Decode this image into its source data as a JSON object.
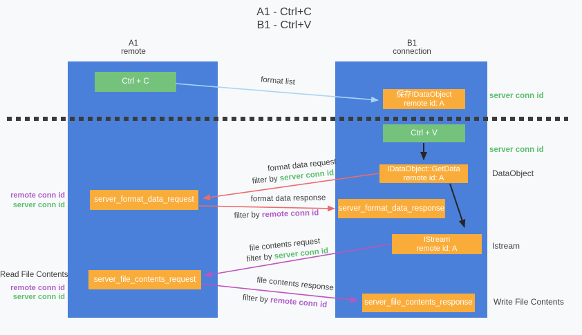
{
  "title": {
    "line1": "A1 - Ctrl+C",
    "line2": "B1 - Ctrl+V"
  },
  "lanes": {
    "left": {
      "title": "A1",
      "subtitle": "remote"
    },
    "right": {
      "title": "B1",
      "subtitle": "connection"
    }
  },
  "nodes": {
    "ctrl_c": "Ctrl + C",
    "save_idataobject": {
      "line1": "保存IDataObject",
      "line2": "remote id: A"
    },
    "ctrl_v": "Ctrl + V",
    "getdata": {
      "line1": "IDataObject::GetData",
      "line2": "remote id: A"
    },
    "format_request": "server_format_data_request",
    "format_response": "server_format_data_response",
    "istream": {
      "line1": "IStream",
      "line2": "remote id: A"
    },
    "file_request": "server_file_contents_request",
    "file_response": "server_file_contents_response"
  },
  "edge_labels": {
    "format_list": "format list",
    "format_data_request": "format data request",
    "format_data_response": "format data response",
    "file_contents_request": "file contents request",
    "file_contents_response": "file contents response",
    "filter_by": "filter by ",
    "server_conn_id": "server conn id",
    "remote_conn_id": "remote conn id"
  },
  "side_labels": {
    "left_mid_remote": "remote conn id",
    "left_mid_server": "server conn id",
    "left_read_title": "Read File Contents",
    "left_bottom_remote": "remote conn id",
    "left_bottom_server": "server conn id",
    "right_top_server": "server conn id",
    "right_ctrlv_server": "server conn id",
    "right_dataobject": "DataObject",
    "right_istream": "Istream",
    "right_write": "Write File Contents"
  },
  "colors": {
    "panel_blue": "#4a80d9",
    "box_orange": "#f9ac3a",
    "box_green": "#74c27c",
    "arrow_light_blue": "#a9d5f2",
    "arrow_red": "#ee6b6c",
    "arrow_magenta": "#be54be",
    "arrow_black": "#262626",
    "text_green": "#5cbe6e",
    "text_purple": "#b05fc9",
    "divider_dark": "#3b3b3b",
    "background": "#f8f9fb"
  }
}
